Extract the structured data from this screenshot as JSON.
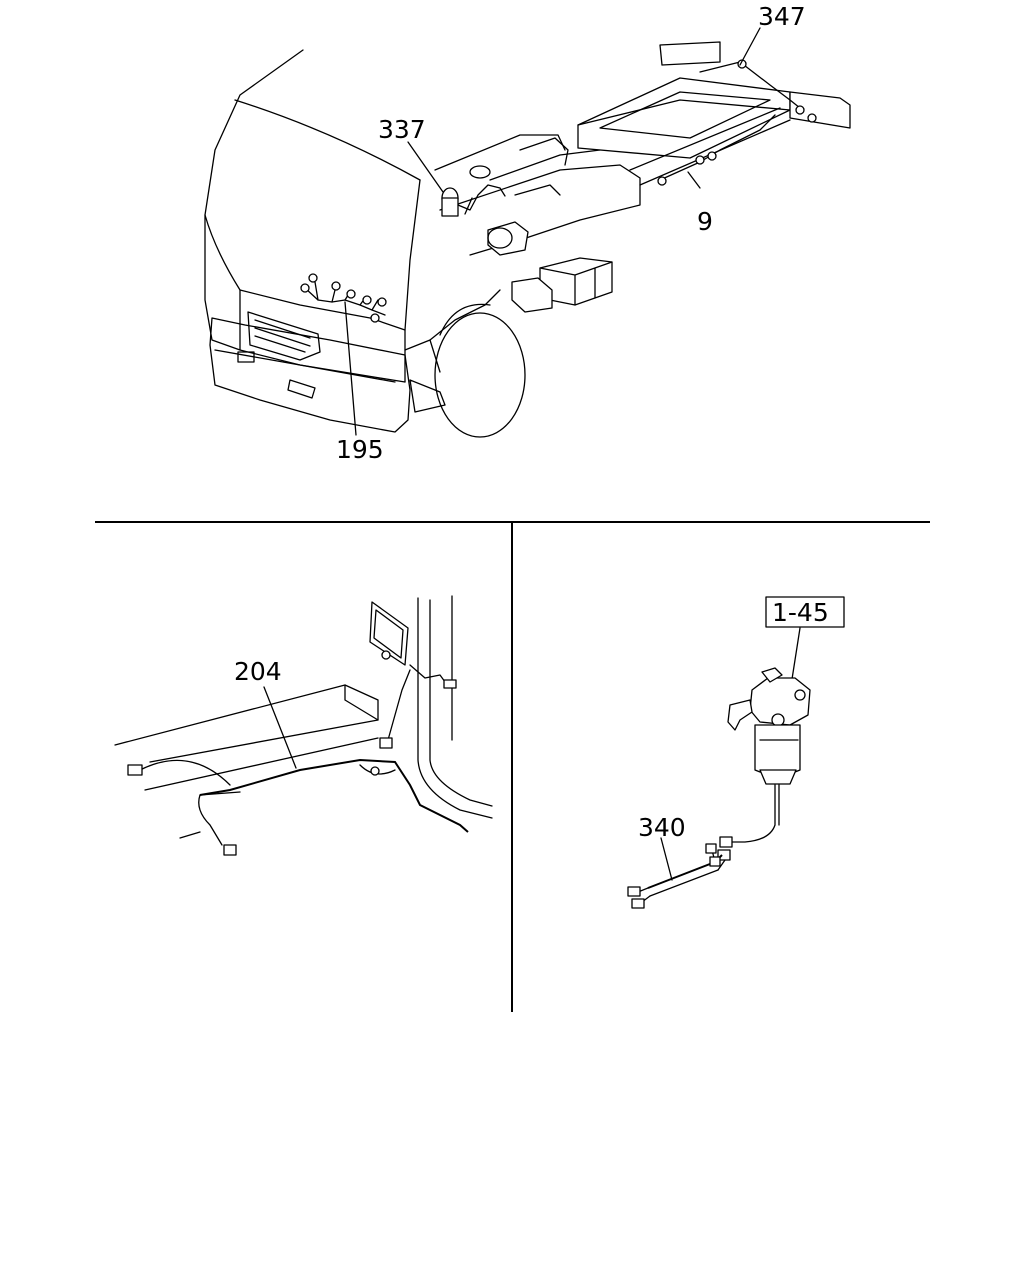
{
  "callouts": {
    "c347": "347",
    "c337": "337",
    "c9": "9",
    "c195": "195",
    "c204": "204",
    "c145": "1-45",
    "c340": "340"
  }
}
